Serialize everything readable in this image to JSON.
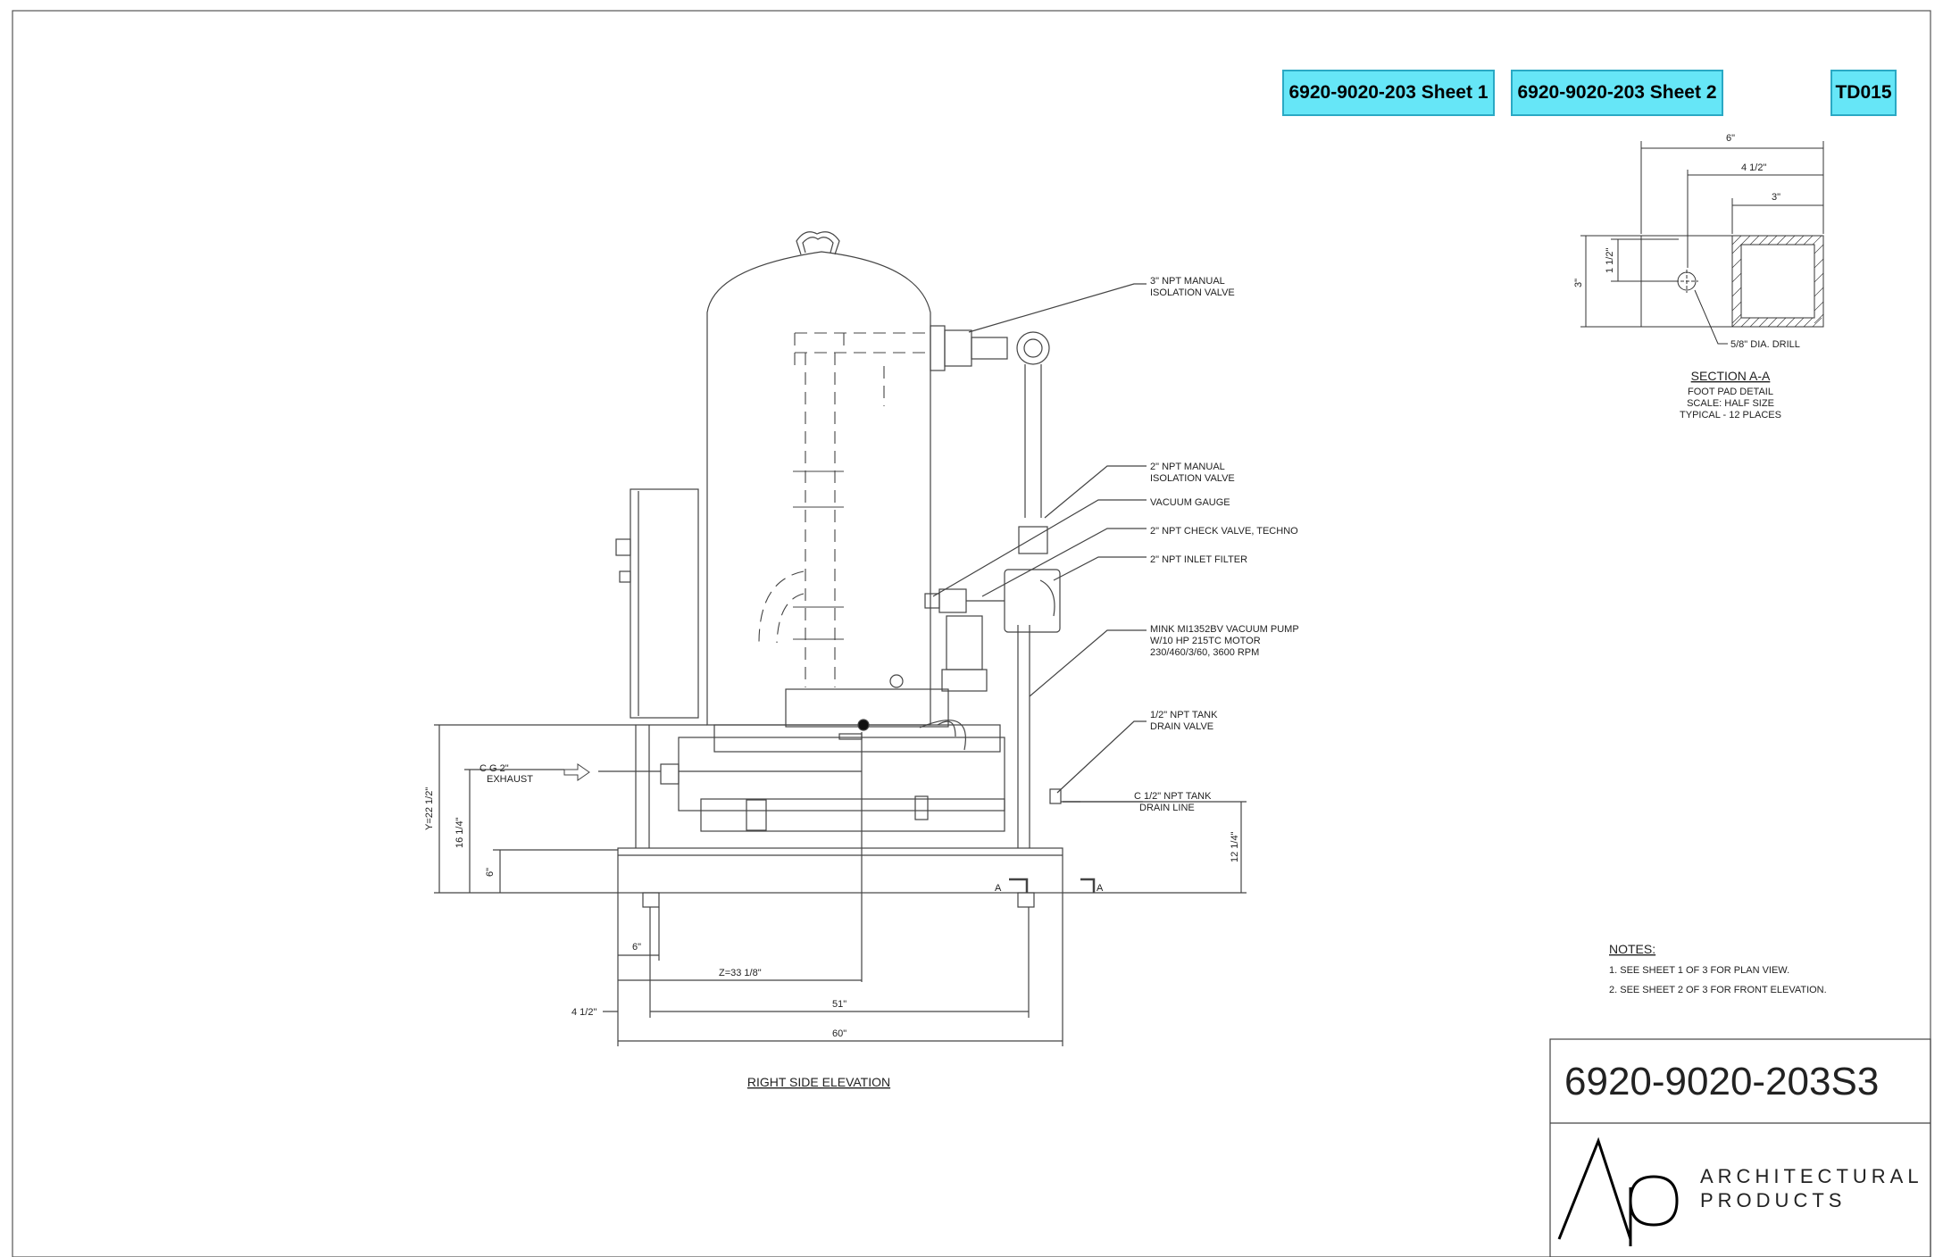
{
  "links": {
    "sheet1": "6920-9020-203 Sheet 1",
    "sheet2": "6920-9020-203 Sheet 2",
    "td": "TD015"
  },
  "section_detail": {
    "dim_6": "6\"",
    "dim_4_5": "4 1/2\"",
    "dim_3w": "3\"",
    "dim_1_5": "1 1/2\"",
    "dim_3h": "3\"",
    "drill": "5/8\" DIA. DRILL",
    "title": "SECTION A-A",
    "line1": "FOOT PAD DETAIL",
    "line2": "SCALE:  HALF SIZE",
    "line3": "TYPICAL - 12 PLACES"
  },
  "callouts": {
    "iso3_l1": "3\" NPT MANUAL",
    "iso3_l2": "ISOLATION VALVE",
    "iso2_l1": "2\" NPT MANUAL",
    "iso2_l2": "ISOLATION VALVE",
    "gauge": "VACUUM GAUGE",
    "check": "2\" NPT CHECK VALVE, TECHNO",
    "filter": "2\" NPT INLET FILTER",
    "pump_l1": "MINK MI1352BV VACUUM PUMP",
    "pump_l2": "W/10 HP 215TC MOTOR",
    "pump_l3": "230/460/3/60, 3600 RPM",
    "drain_l1": "1/2\" NPT TANK",
    "drain_l2": "DRAIN VALVE",
    "cl_drain_l1": "C 1/2\" NPT TANK",
    "cl_drain_l2": "DRAIN LINE",
    "exhaust_l1": "C G 2\"",
    "exhaust_l2": "EXHAUST",
    "section_a": "A"
  },
  "dimensions": {
    "y": "Y=22 1/2\"",
    "h16": "16 1/4\"",
    "h6": "6\"",
    "h12": "12 1/4\"",
    "w6": "6\"",
    "z": "Z=33 1/8\"",
    "w51": "51\"",
    "w4": "4 1/2\"",
    "w60": "60\""
  },
  "view_title": "RIGHT SIDE ELEVATION",
  "notes": {
    "title": "NOTES:",
    "items": [
      "1.  SEE SHEET 1 OF 3 FOR PLAN VIEW.",
      "2.  SEE SHEET 2 OF 3 FOR FRONT ELEVATION."
    ]
  },
  "title_block": {
    "number": "6920-9020-203S3",
    "company_l1": "ARCHITECTURAL",
    "company_l2": "PRODUCTS",
    "logo": "Ap"
  }
}
